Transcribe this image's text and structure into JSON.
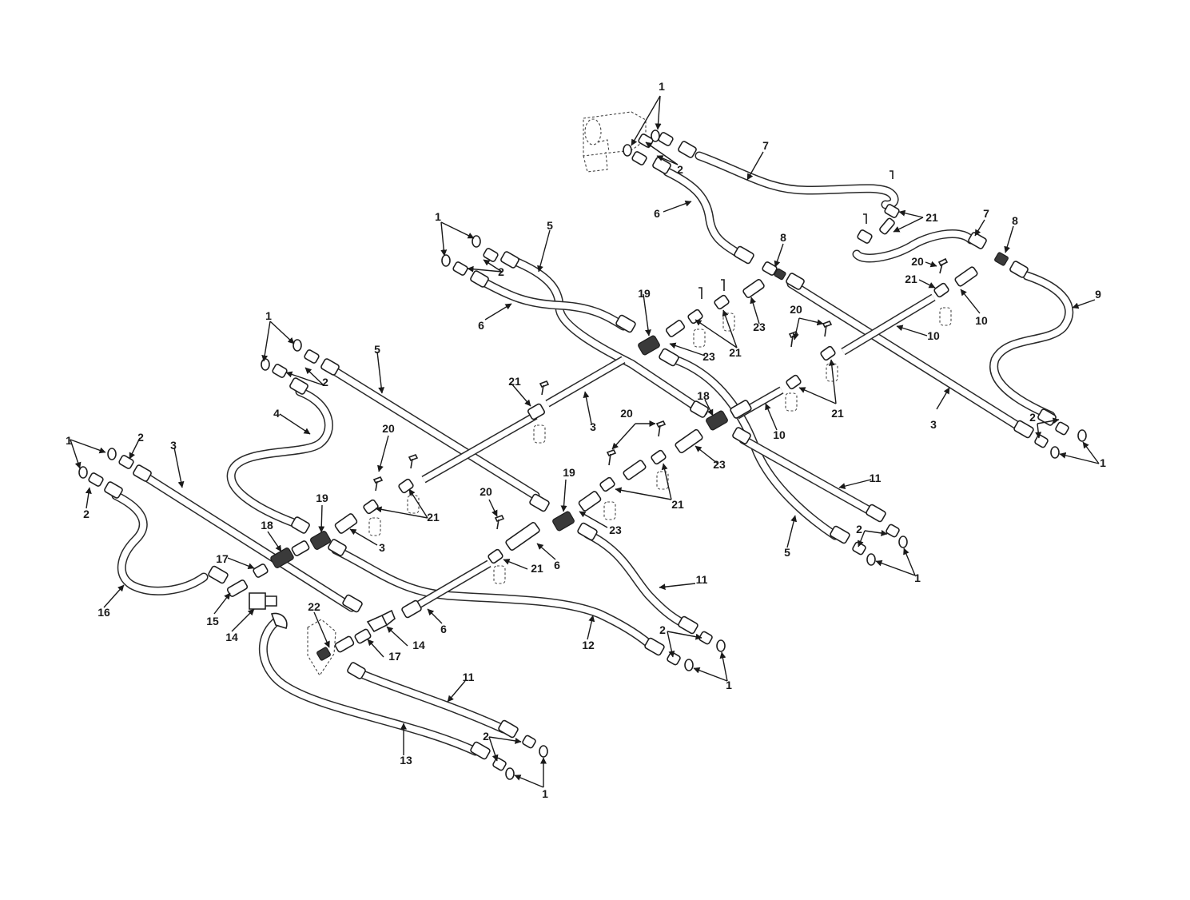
{
  "diagram": {
    "callouts": [
      "1",
      "2",
      "3",
      "4",
      "5",
      "6",
      "7",
      "8",
      "9",
      "10",
      "11",
      "12",
      "13",
      "14",
      "15",
      "16",
      "17",
      "18",
      "19",
      "20",
      "21",
      "22",
      "23"
    ]
  }
}
